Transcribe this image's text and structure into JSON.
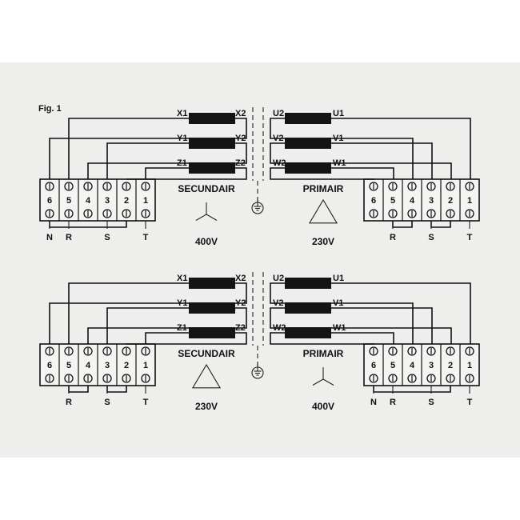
{
  "figure_label": "Fig. 1",
  "panels": [
    {
      "id": "top",
      "secondary": {
        "title": "SECUNDAIR",
        "symbol": "star",
        "voltage": "400V",
        "coils": [
          {
            "left": "X1",
            "right": "X2"
          },
          {
            "left": "Y1",
            "right": "Y2"
          },
          {
            "left": "Z1",
            "right": "Z2"
          }
        ],
        "terminals": [
          "6",
          "5",
          "4",
          "3",
          "2",
          "1"
        ],
        "outputs": [
          "N",
          "R",
          "S",
          "T"
        ]
      },
      "primary": {
        "title": "PRIMAIR",
        "symbol": "delta",
        "voltage": "230V",
        "coils": [
          {
            "left": "U2",
            "right": "U1"
          },
          {
            "left": "V2",
            "right": "V1"
          },
          {
            "left": "W2",
            "right": "W1"
          }
        ],
        "terminals": [
          "6",
          "5",
          "4",
          "3",
          "2",
          "1"
        ],
        "outputs": [
          "R",
          "S",
          "T"
        ]
      }
    },
    {
      "id": "bottom",
      "secondary": {
        "title": "SECUNDAIR",
        "symbol": "delta",
        "voltage": "230V",
        "coils": [
          {
            "left": "X1",
            "right": "X2"
          },
          {
            "left": "Y1",
            "right": "Y2"
          },
          {
            "left": "Z1",
            "right": "Z2"
          }
        ],
        "terminals": [
          "6",
          "5",
          "4",
          "3",
          "2",
          "1"
        ],
        "outputs": [
          "R",
          "S",
          "T"
        ]
      },
      "primary": {
        "title": "PRIMAIR",
        "symbol": "star",
        "voltage": "400V",
        "coils": [
          {
            "left": "U2",
            "right": "U1"
          },
          {
            "left": "V2",
            "right": "V1"
          },
          {
            "left": "W2",
            "right": "W1"
          }
        ],
        "terminals": [
          "6",
          "5",
          "4",
          "3",
          "2",
          "1"
        ],
        "outputs": [
          "N",
          "R",
          "S",
          "T"
        ]
      }
    }
  ],
  "ground_symbol": "ground-icon",
  "colors": {
    "paper": "#eeeeec",
    "ink": "#111111"
  }
}
